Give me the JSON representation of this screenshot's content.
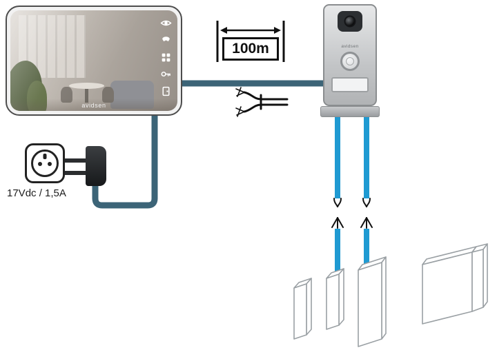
{
  "labels": {
    "distance": "100m",
    "power": "17Vdc / 1,5A"
  },
  "monitor": {
    "brand": "avidsen",
    "icons": [
      "eye-icon",
      "phone-icon",
      "intercom-icon",
      "key-icon",
      "door-icon"
    ]
  },
  "door_station": {
    "brand": "avidsen"
  },
  "colors": {
    "cable_dark": "#3c6477",
    "cable_blue": "#1f9ad2",
    "outline": "#101010",
    "gate_stroke": "#9aa0a4"
  }
}
